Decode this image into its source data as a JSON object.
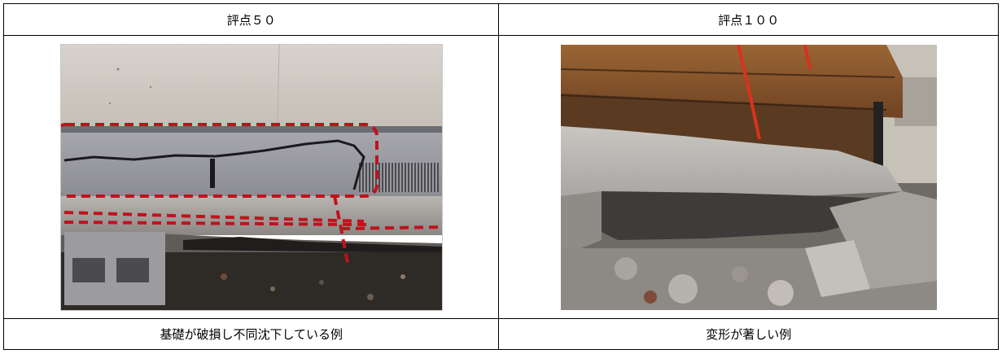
{
  "table": {
    "headers": [
      "評点５０",
      "評点１００"
    ],
    "captions": [
      "基礎が破損し不同沈下している例",
      "変形が著しい例"
    ]
  },
  "colors": {
    "border": "#000000",
    "annotation": "#c0121c"
  }
}
